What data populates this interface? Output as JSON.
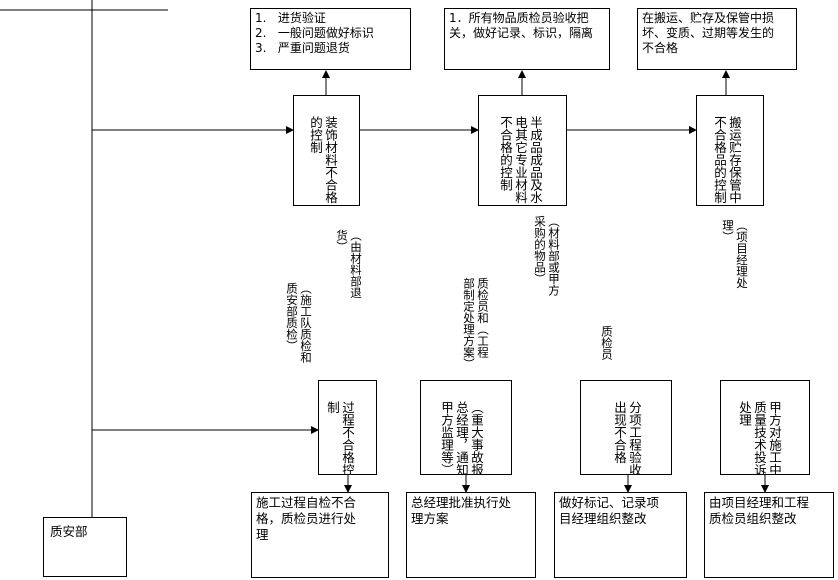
{
  "top_notes": [
    {
      "lines": [
        "1.   进货验证",
        "2.   一般问题做好标识",
        "3.   严重问题退货"
      ]
    },
    {
      "lines": [
        "1．所有物品质检员验收把",
        "关，做好记录、标识，隔离"
      ]
    },
    {
      "lines": [
        "在搬运、贮存及保管中损",
        "坏、变质、过期等发生的",
        "不合格"
      ]
    }
  ],
  "top_controls": [
    {
      "lines": [
        "装饰材料不合格",
        "的控制"
      ]
    },
    {
      "lines": [
        "半成品成品及水",
        "电其它专业材料",
        "不合格的控制"
      ]
    },
    {
      "lines": [
        "搬运贮存保管中",
        "不合格品的控制"
      ]
    }
  ],
  "mid_labels": [
    {
      "lines": [
        "（由材料部退",
        "货）"
      ]
    },
    {
      "lines": [
        "（材料部或甲方",
        "采购的物品）"
      ]
    },
    {
      "lines": [
        "（项目经理处",
        "理）"
      ]
    },
    {
      "lines": [
        "（施工队质检和",
        "质安部质检）"
      ]
    },
    {
      "lines": [
        "质检员和（工程",
        "部制定处理方案）"
      ]
    },
    {
      "lines": [
        "质检员"
      ]
    }
  ],
  "bottom_controls": [
    {
      "lines": [
        "过程不合格控",
        "制"
      ]
    },
    {
      "lines": [
        "（重大事故报",
        "总经理，通知",
        "甲方监理等）"
      ]
    },
    {
      "lines": [
        "分项工程验收",
        "出现不合格"
      ]
    },
    {
      "lines": [
        "甲方对施工中",
        "质量技术投诉",
        "处理"
      ]
    }
  ],
  "bottom_notes": [
    {
      "lines": [
        "施工过程自检不合",
        "格，质检员进行处",
        "理"
      ]
    },
    {
      "lines": [
        "总经理批准执行处",
        "理方案"
      ]
    },
    {
      "lines": [
        "做好标记、记录项",
        "目经理组织整改"
      ]
    },
    {
      "lines": [
        "由项目经理和工程",
        "质检员组织整改"
      ]
    }
  ],
  "department": {
    "label": "质安部"
  }
}
